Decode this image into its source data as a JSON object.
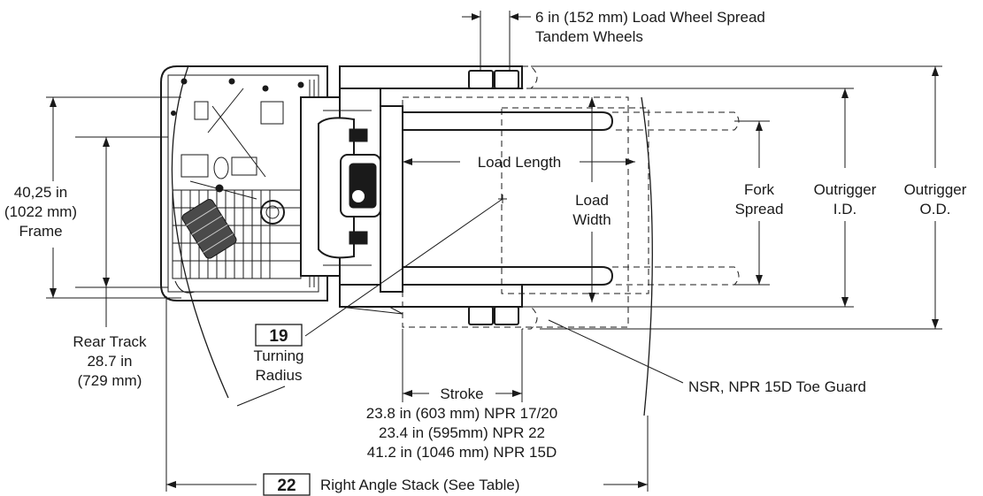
{
  "labels": {
    "load_wheel_spread": "6 in (152 mm) Load Wheel Spread",
    "tandem_wheels": "Tandem Wheels",
    "frame_line1": "40,25 in",
    "frame_line2": "(1022 mm)",
    "frame_line3": "Frame",
    "load_length": "Load Length",
    "load_width_line1": "Load",
    "load_width_line2": "Width",
    "fork_spread_line1": "Fork",
    "fork_spread_line2": "Spread",
    "outrigger_id_line1": "Outrigger",
    "outrigger_id_line2": "I.D.",
    "outrigger_od_line1": "Outrigger",
    "outrigger_od_line2": "O.D.",
    "rear_track_line1": "Rear Track",
    "rear_track_line2": "28.7 in",
    "rear_track_line3": "(729 mm)",
    "turning_radius_num": "19",
    "turning_radius_line1": "Turning",
    "turning_radius_line2": "Radius",
    "toe_guard": "NSR, NPR 15D Toe Guard",
    "stroke": "Stroke",
    "stroke_line1": "23.8 in (603 mm) NPR 17/20",
    "stroke_line2": "23.4 in (595mm) NPR 22",
    "stroke_line3": "41.2 in (1046 mm) NPR 15D",
    "right_angle_num": "22",
    "right_angle_stack": "Right Angle Stack (See Table)"
  }
}
